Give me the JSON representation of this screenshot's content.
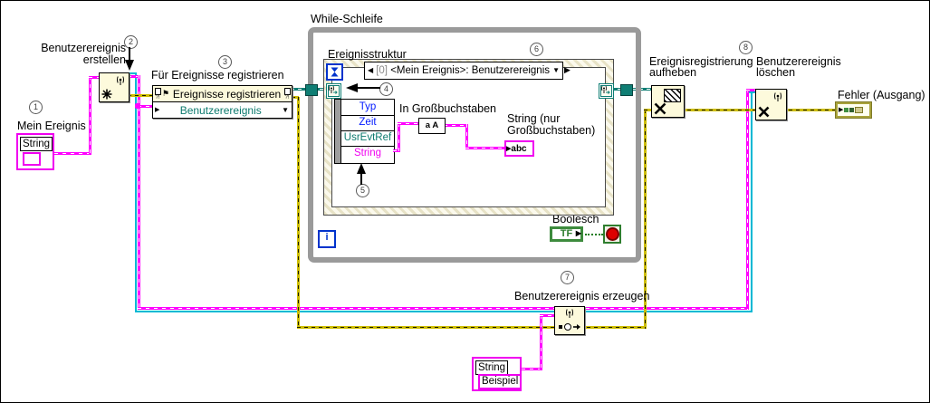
{
  "colors": {
    "wire_string": "#FF00FF",
    "wire_error": "#CDBD00",
    "wire_registration": "#0F7E74",
    "wire_user_event_accent": "#00B8D4",
    "node_fill": "#FDFADC",
    "loop_border": "#9A9A9A",
    "boolean_green": "#2E7D2E",
    "stop_red": "#DD0000",
    "terminal_blue": "#0033CC",
    "text_teal": "#0D7A6E"
  },
  "labels": {
    "while_loop": "While-Schleife",
    "event_structure": "Ereignisstruktur",
    "register_title": "Für Ereignisse registrieren",
    "register_row1": "Ereignisse registrieren",
    "register_row2": "Benutzerereignis",
    "case_index": "[0]",
    "case_name": "<Mein Ereignis>: Benutzerereignis",
    "to_upper": "In Großbuchstaben",
    "to_upper_icon": "a A",
    "string_out_1": "String (nur",
    "string_out_2": "Großbuchstaben)",
    "abc_icon": "abc",
    "boolean": "Boolesch",
    "tf": "TF",
    "iteration": "i",
    "create_1": "Benutzerereignis",
    "create_2": "erstellen",
    "mein_ereignis": "Mein Ereignis",
    "mein_ereignis_type": "String",
    "unregister_1": "Ereignisregistrierung",
    "unregister_2": "aufheben",
    "delete_1": "Benutzerereignis",
    "delete_2": "löschen",
    "error_out": "Fehler (Ausgang)",
    "generate": "Benutzerereignis erzeugen",
    "beispiel_type": "String",
    "beispiel_value": "Beispiel"
  },
  "event_data_rows": [
    "Typ",
    "Zeit",
    "UsrEvtRef",
    "String"
  ],
  "callouts": {
    "c1": "1",
    "c2": "2",
    "c3": "3",
    "c4": "4",
    "c5": "5",
    "c6": "6",
    "c7": "7",
    "c8": "8"
  }
}
